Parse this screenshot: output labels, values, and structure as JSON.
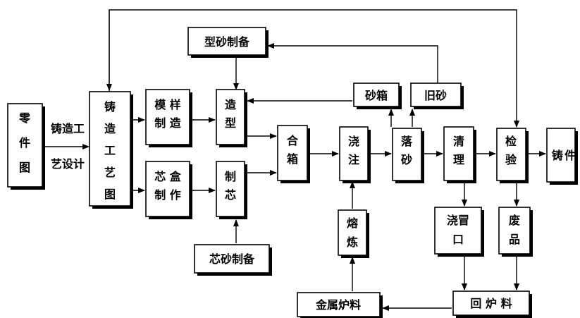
{
  "diagram": {
    "nodes": {
      "part_drawing": [
        "零",
        "件",
        "图"
      ],
      "casting_process": "铸造工",
      "process_design": "艺设计",
      "process_drawing": [
        "铸",
        "造",
        "工",
        "艺",
        "图"
      ],
      "pattern_making": [
        "模 样",
        "制 造"
      ],
      "corebox_making": [
        "芯 盒",
        "制 作"
      ],
      "molding_sand_prep": "型砂制备",
      "molding": [
        "造",
        "型"
      ],
      "coremaking": [
        "制",
        "芯"
      ],
      "core_sand_prep": "芯砂制备",
      "closing": [
        "合",
        "箱"
      ],
      "pouring": [
        "浇",
        "注"
      ],
      "melting": [
        "熔",
        "炼"
      ],
      "metal_charge": "金属炉料",
      "flask": "砂箱",
      "old_sand": "旧砂",
      "shakeout": [
        "落",
        "砂"
      ],
      "cleaning": [
        "清",
        "理"
      ],
      "inspection": [
        "检",
        "验"
      ],
      "casting": [
        "铸",
        "件"
      ],
      "gate_riser": [
        "浇冒",
        "口"
      ],
      "scrap": [
        "废",
        "品"
      ],
      "return_charge": "回 炉 料"
    }
  }
}
